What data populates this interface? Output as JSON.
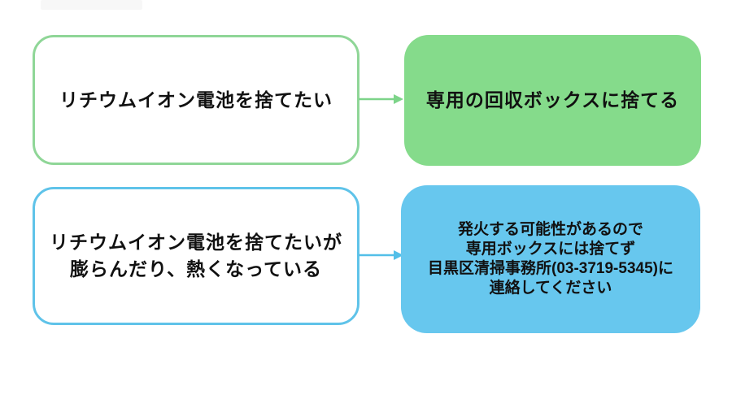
{
  "colors": {
    "background": "#ffffff",
    "text": "#111111",
    "green_border": "#8fd697",
    "green_fill": "#85db8b",
    "green_arrow": "#7dd489",
    "blue_border": "#5fc3e9",
    "blue_fill": "#67c7ee",
    "blue_arrow": "#53bfe8"
  },
  "diagram": {
    "rows": [
      {
        "condition_lines": [
          "リチウムイオン電池を捨てたい"
        ],
        "action_lines": [
          "専用の回収ボックスに捨てる"
        ]
      },
      {
        "condition_lines": [
          "リチウムイオン電池を捨てたいが",
          "膨らんだり、熱くなっている"
        ],
        "action_lines": [
          "発火する可能性があるので",
          "専用ボックスには捨てず",
          "目黒区清掃事務所(03-3719-5345)に",
          "連絡してください"
        ]
      }
    ]
  }
}
